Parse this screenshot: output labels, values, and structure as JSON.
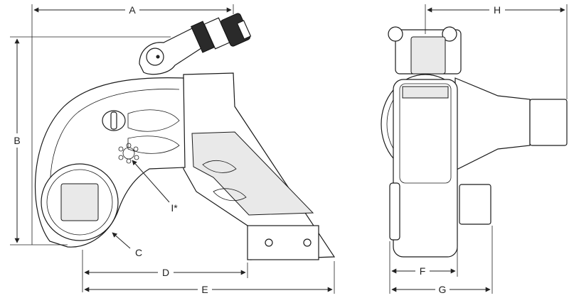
{
  "diagram": {
    "dimension_labels": {
      "A": "A",
      "B": "B",
      "C": "C",
      "D": "D",
      "E": "E",
      "F": "F",
      "G": "G",
      "H": "H",
      "I": "I*"
    }
  }
}
